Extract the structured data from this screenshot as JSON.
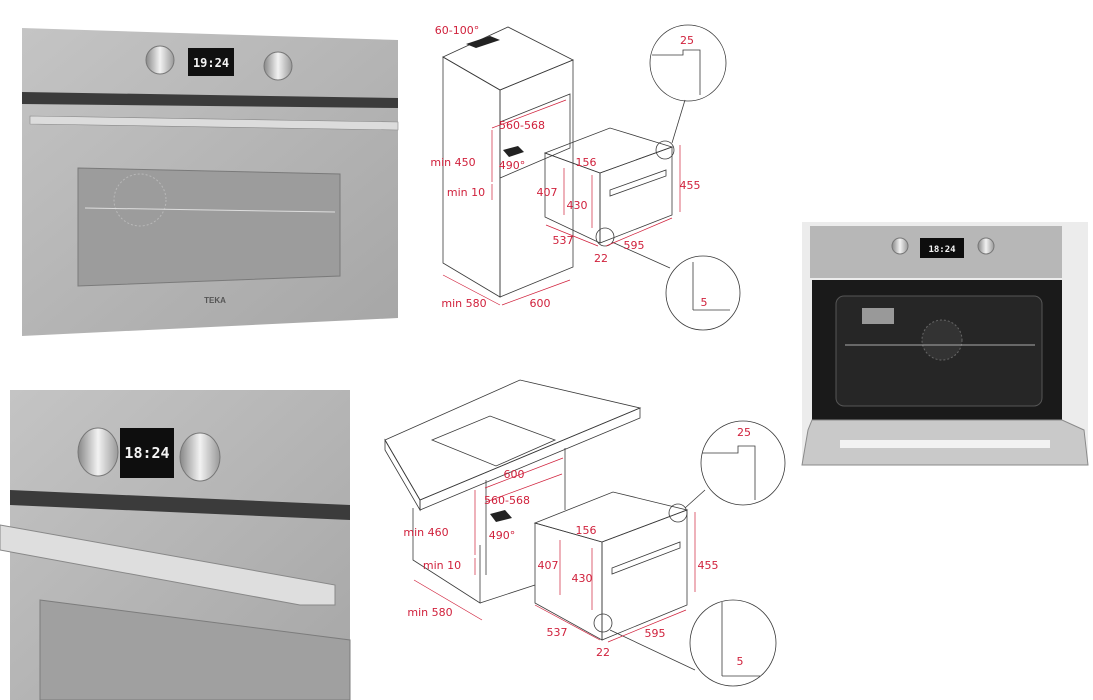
{
  "photos": {
    "front_angled": {
      "display": "19:24",
      "brand": "TEKA"
    },
    "closeup": {
      "display": "18:24"
    },
    "door_open": {
      "display": "18:24"
    }
  },
  "diagram_tall_unit": {
    "labels": {
      "ventilation": "60-100°",
      "inner_width": "560-568",
      "min_height": "min 450",
      "depth": "490°",
      "gap_top": "156",
      "min_gap": "min 10",
      "side_height": "407",
      "front_height": "430",
      "total_height": "455",
      "oven_depth": "537",
      "oven_width": "595",
      "front_offset": "22",
      "min_depth": "min 580",
      "cabinet_width": "600",
      "detail_top": "25",
      "detail_bottom": "5"
    }
  },
  "diagram_under_counter": {
    "labels": {
      "cabinet_width": "600",
      "inner_width": "560-568",
      "min_height": "min 460",
      "depth": "490°",
      "gap_top": "156",
      "min_gap": "min 10",
      "side_height": "407",
      "front_height": "430",
      "total_height": "455",
      "min_depth": "min 580",
      "oven_depth": "537",
      "oven_width": "595",
      "front_offset": "22",
      "detail_top": "25",
      "detail_bottom": "5"
    }
  },
  "colors": {
    "dimension": "#d0213c",
    "panel": "#b3b3b3"
  }
}
